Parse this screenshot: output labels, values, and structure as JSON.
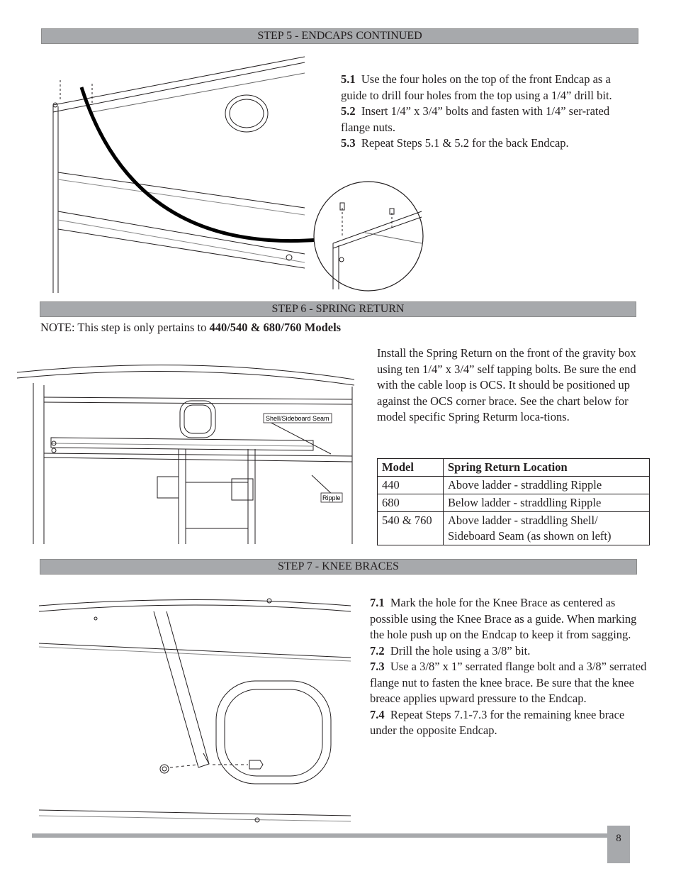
{
  "step5": {
    "header": "STEP 5 - ENDCAPS CONTINUED",
    "items": [
      {
        "num": "5.1",
        "text": "Use the four holes on the top of the front Endcap as a guide to drill four holes from the top using a 1/4” drill bit."
      },
      {
        "num": "5.2",
        "text": "Insert 1/4” x 3/4” bolts and fasten with 1/4” ser-rated flange nuts."
      },
      {
        "num": "5.3",
        "text": "Repeat Steps 5.1 & 5.2 for the back Endcap."
      }
    ]
  },
  "step6": {
    "header": "STEP 6 - SPRING RETURN",
    "note_prefix": "NOTE: This step is only pertains to ",
    "note_models": "440/540 & 680/760 Models",
    "description": "Install the Spring Return on the front of the gravity box using ten 1/4” x 3/4” self tapping bolts.  Be sure the end with the cable loop is  OCS.  It should be positioned up against the OCS corner brace.  See the chart below for model specific Spring Returm loca-tions.",
    "callouts": {
      "seam": "Shell/Sideboard Seam",
      "ripple": "Ripple"
    },
    "table": {
      "headers": [
        "Model",
        "Spring Return Location"
      ],
      "rows": [
        [
          "440",
          "Above ladder - straddling Ripple"
        ],
        [
          "680",
          "Below ladder - straddling Ripple"
        ],
        [
          "540 & 760",
          "Above ladder - straddling Shell/ Sideboard Seam (as shown on left)"
        ]
      ]
    }
  },
  "step7": {
    "header": "STEP 7 - KNEE BRACES",
    "items": [
      {
        "num": "7.1",
        "text": "Mark the hole for the Knee Brace as centered as possible using the Knee Brace as a guide.  When marking the hole push up on the Endcap to keep it from sagging."
      },
      {
        "num": "7.2",
        "text": "Drill the hole using a 3/8” bit."
      },
      {
        "num": "7.3",
        "text": "Use a 3/8” x 1” serrated flange bolt and a  3/8” serrated flange nut to fasten the knee brace.  Be sure that the knee breace applies upward pressure to the Endcap."
      },
      {
        "num": "7.4",
        "text": "Repeat Steps 7.1-7.3 for the remaining knee brace under the opposite Endcap."
      }
    ]
  },
  "page_number": "8"
}
